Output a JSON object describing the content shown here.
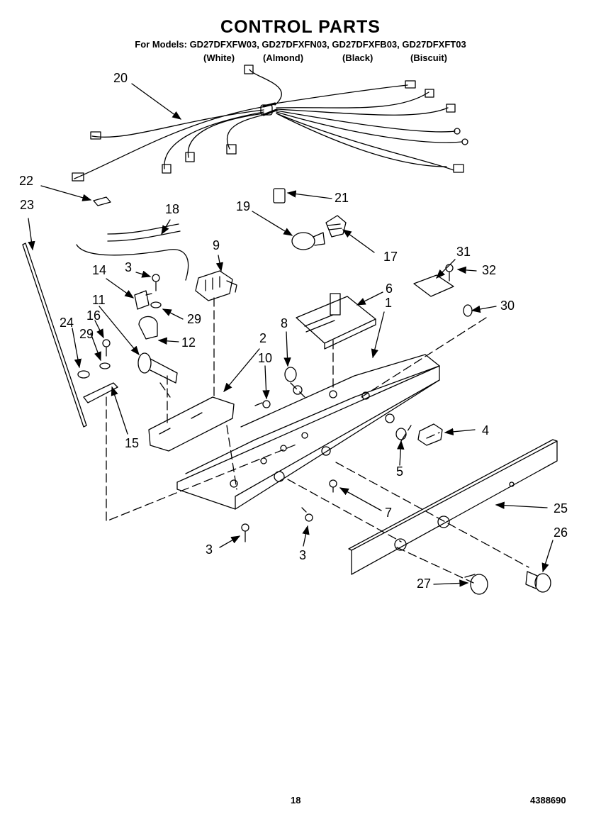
{
  "header": {
    "title": "CONTROL PARTS",
    "models": "For Models: GD27DFXFW03, GD27DFXFN03, GD27DFXFB03, GD27DFXFT03",
    "colors": [
      "(White)",
      "(Almond)",
      "(Black)",
      "(Biscuit)"
    ]
  },
  "callouts": {
    "c20": "20",
    "c22": "22",
    "c23": "23",
    "c21": "21",
    "c19": "19",
    "c18": "18",
    "c17": "17",
    "c9": "9",
    "c14": "14",
    "c3a": "3",
    "c29a": "29",
    "c11": "11",
    "c12": "12",
    "c16": "16",
    "c24": "24",
    "c29b": "29",
    "c15": "15",
    "c2": "2",
    "c10": "10",
    "c8": "8",
    "c6": "6",
    "c1": "1",
    "c31": "31",
    "c32": "32",
    "c30": "30",
    "c4": "4",
    "c5": "5",
    "c7": "7",
    "c25": "25",
    "c26": "26",
    "c27": "27",
    "c3b": "3",
    "c3c": "3"
  },
  "footer": {
    "page": "18",
    "doc_number": "4388690"
  }
}
